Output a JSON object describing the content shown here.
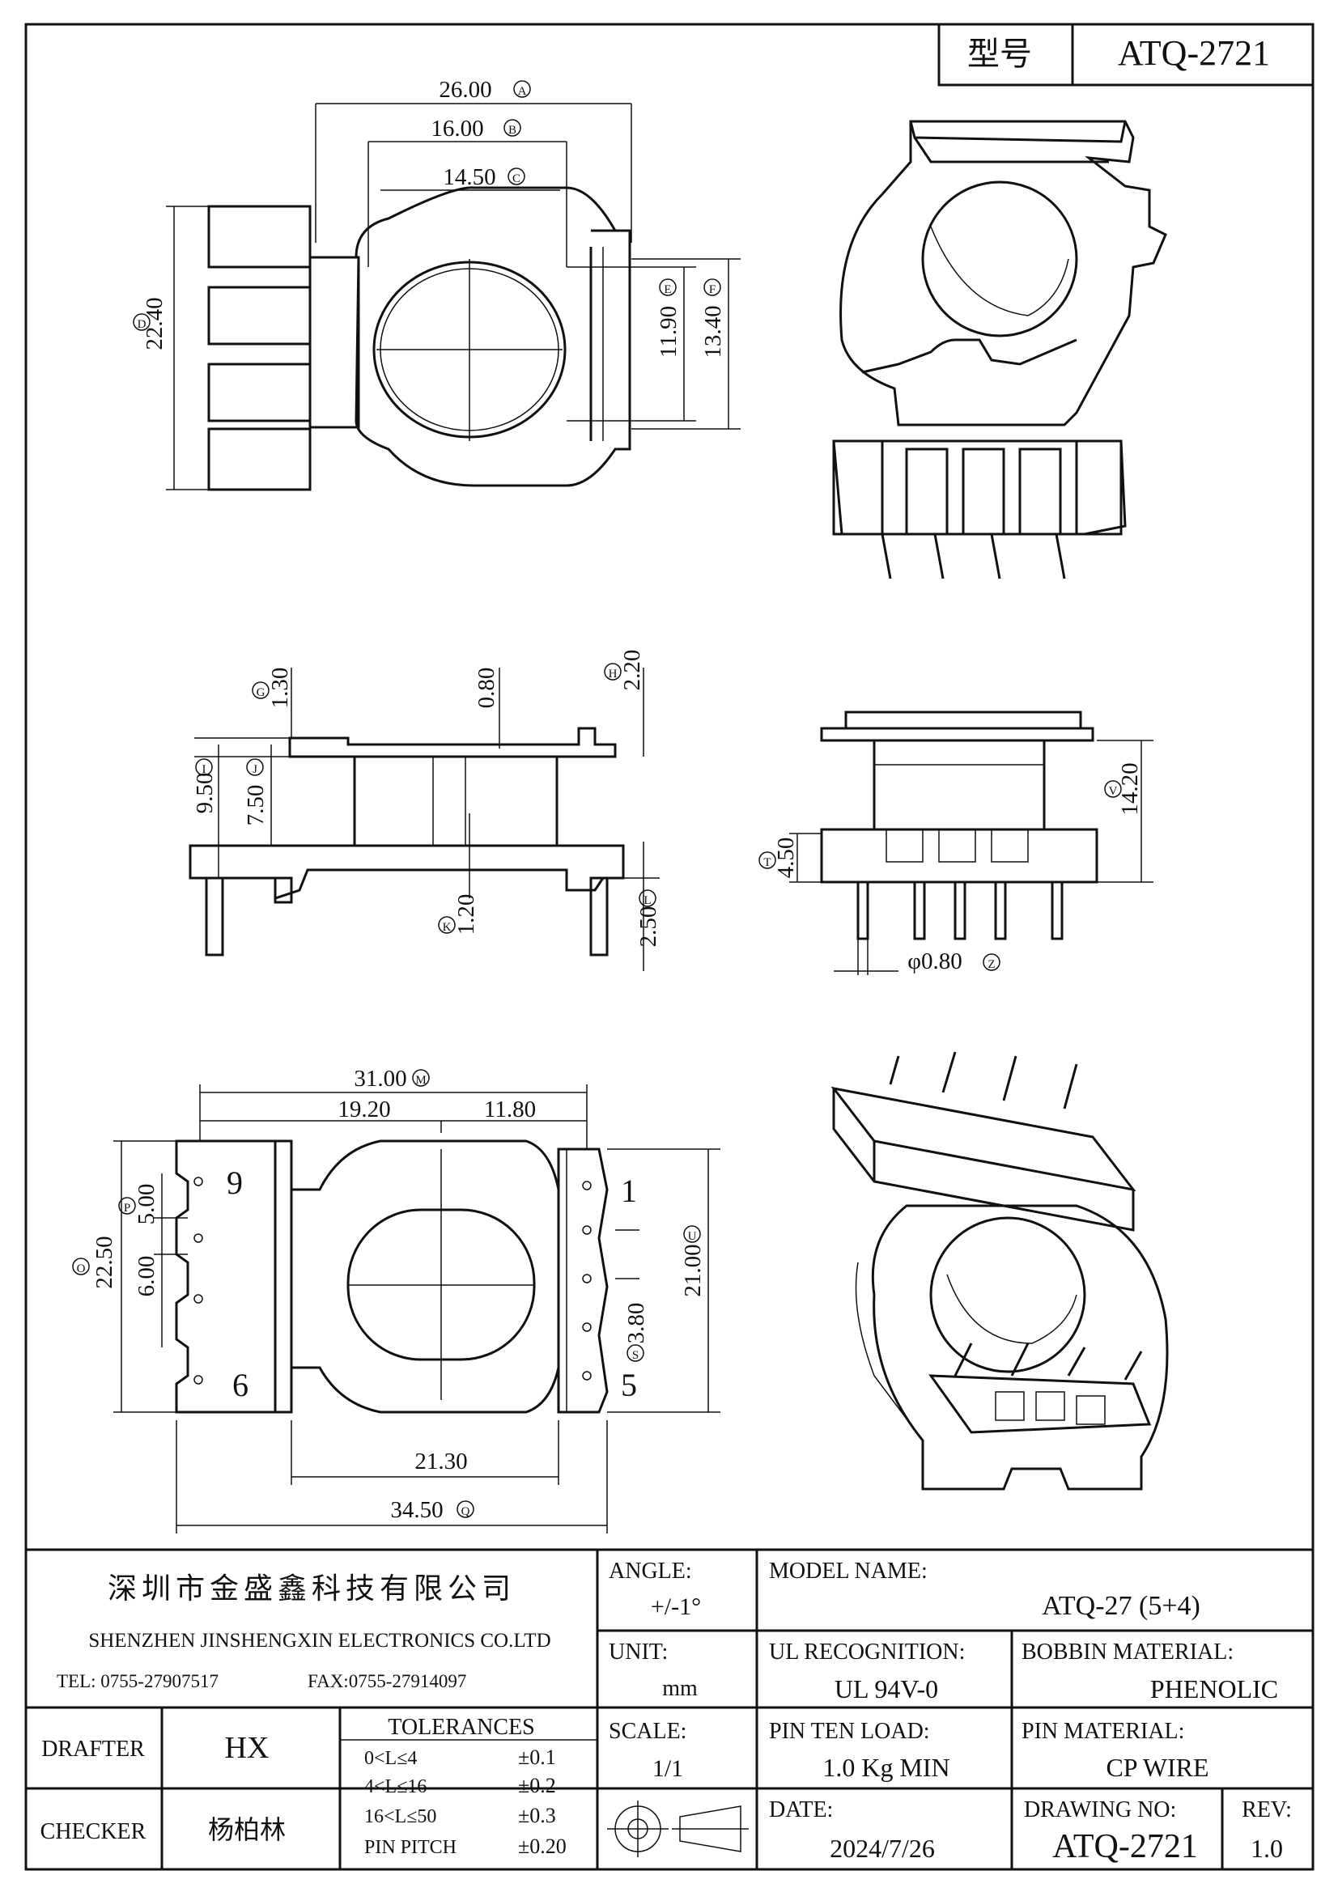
{
  "header": {
    "model_label": "型号",
    "model_value": "ATQ-2721"
  },
  "views": {
    "top_view": {
      "dims": {
        "width_A": "26.00",
        "width_B": "16.00",
        "width_C": "14.50",
        "height_D": "22.40",
        "height_E": "11.90",
        "height_F": "13.40"
      },
      "markers": {
        "A": "A",
        "B": "B",
        "C": "C",
        "D": "D",
        "E": "E",
        "F": "F"
      }
    },
    "front_view": {
      "dims": {
        "d_G": "1.30",
        "d_mid": "0.80",
        "d_H": "2.20",
        "d_I": "9.50",
        "d_J": "7.50",
        "d_K": "1.20",
        "d_L": "2.50"
      },
      "markers": {
        "G": "G",
        "H": "H",
        "I": "I",
        "J": "J",
        "K": "K",
        "L": "L"
      }
    },
    "side_view": {
      "dims": {
        "d_V": "14.20",
        "d_T": "4.50",
        "pin_dia": "φ0.80"
      },
      "markers": {
        "V": "V",
        "T": "T",
        "Z": "Z"
      }
    },
    "bottom_view": {
      "dims": {
        "d_M": "31.00",
        "left": "19.20",
        "right": "11.80",
        "d_O": "22.50",
        "d_P1": "5.00",
        "d_P2": "6.00",
        "d_U": "21.00",
        "d_S": "3.80",
        "d_inner": "21.30",
        "d_Q": "34.50"
      },
      "markers": {
        "M": "M",
        "O": "O",
        "P": "P",
        "U": "U",
        "S": "S",
        "Q": "Q"
      },
      "pins": {
        "p9": "9",
        "p6": "6",
        "p1": "1",
        "p5": "5"
      }
    }
  },
  "title_block": {
    "company_cn": "深圳市金盛鑫科技有限公司",
    "company_en": "SHENZHEN JINSHENGXIN ELECTRONICS CO.LTD",
    "tel": "TEL: 0755-27907517",
    "fax": "FAX:0755-27914097",
    "drafter_label": "DRAFTER",
    "drafter_value": "HX",
    "checker_label": "CHECKER",
    "checker_value": "杨柏林",
    "tolerances_label": "TOLERANCES",
    "tolerances": [
      {
        "range": "0<L≤4",
        "value": "±0.1"
      },
      {
        "range": "4<L≤16",
        "value": "±0.2"
      },
      {
        "range": "16<L≤50",
        "value": "±0.3"
      },
      {
        "range": "PIN PITCH",
        "value": "±0.20"
      }
    ],
    "angle_label": "ANGLE:",
    "angle_value": "+/-1°",
    "unit_label": "UNIT:",
    "unit_value": "mm",
    "scale_label": "SCALE:",
    "scale_value": "1/1",
    "model_name_label": "MODEL NAME:",
    "model_name_value": "ATQ-27 (5+4)",
    "ul_label": "UL RECOGNITION:",
    "ul_value": "UL 94V-0",
    "bobbin_label": "BOBBIN MATERIAL:",
    "bobbin_value": "PHENOLIC",
    "pin_load_label": "PIN TEN LOAD:",
    "pin_load_value": "1.0 Kg MIN",
    "pin_material_label": "PIN MATERIAL:",
    "pin_material_value": "CP WIRE",
    "date_label": "DATE:",
    "date_value": "2024/7/26",
    "drawing_no_label": "DRAWING NO:",
    "drawing_no_value": "ATQ-2721",
    "rev_label": "REV:",
    "rev_value": "1.0"
  }
}
